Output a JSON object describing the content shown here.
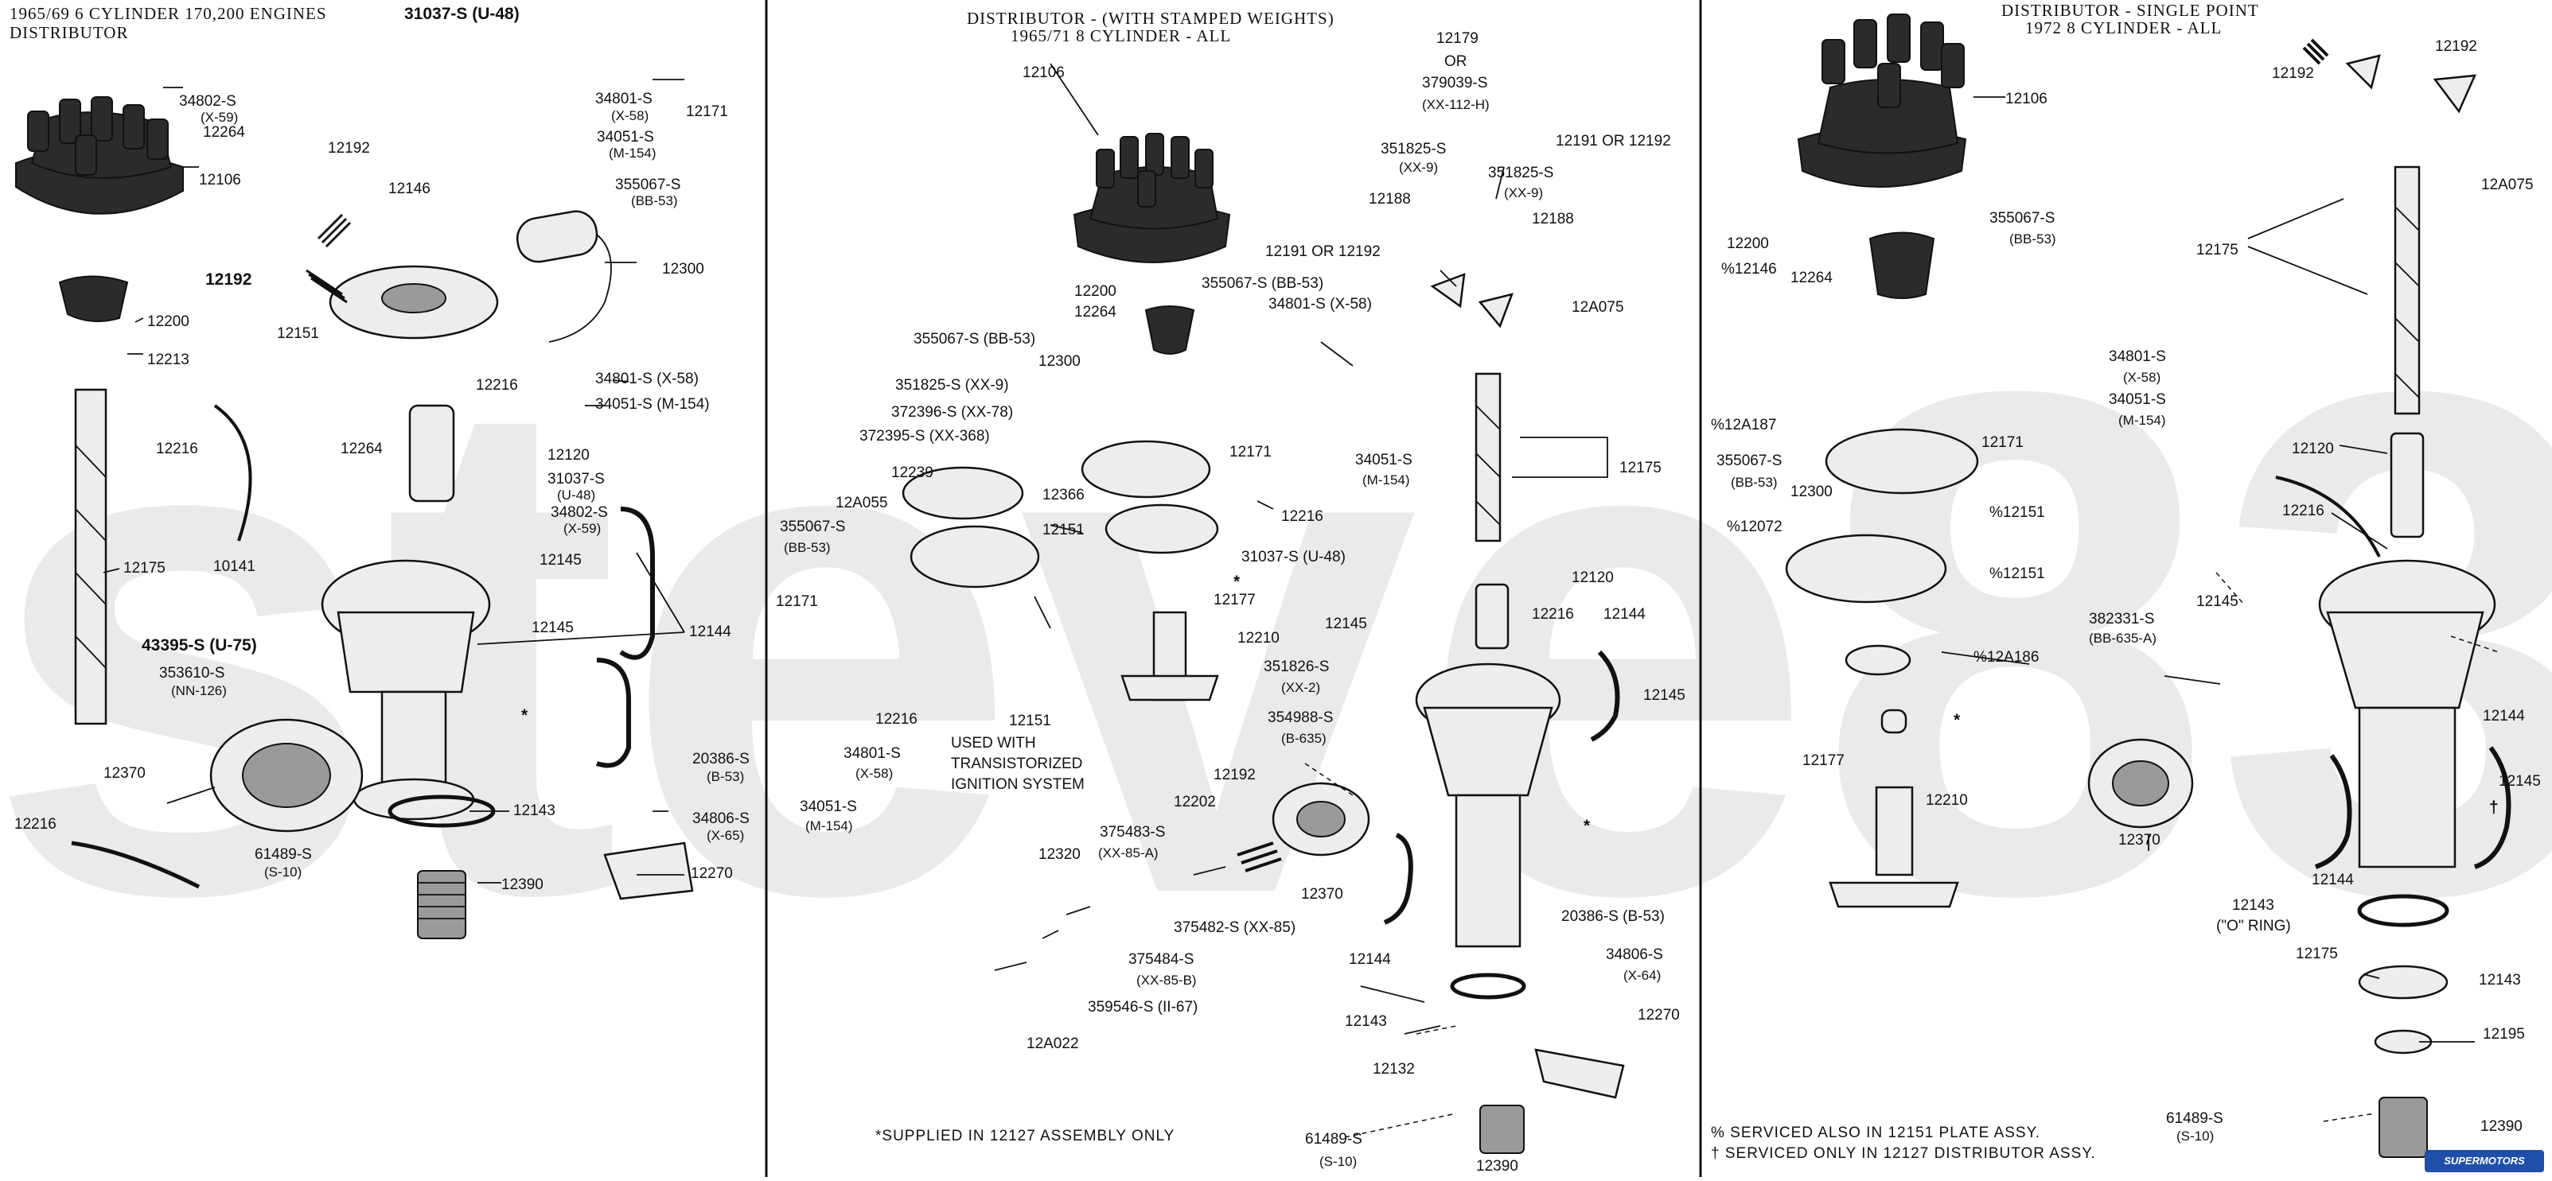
{
  "watermark": "steve83",
  "logo": {
    "text": "SUPERMOTORS"
  },
  "panel1": {
    "header_line1": "1965/69  6 CYLINDER 170,200 ENGINES",
    "header_line2": "DISTRIBUTOR",
    "labels": [
      "31037-S (U-48)",
      "34802-S",
      "(X-59)",
      "12264",
      "34801-S",
      "(X-58)",
      "12171",
      "34051-S",
      "(M-154)",
      "12106",
      "12192",
      "355067-S",
      "(BB-53)",
      "12146",
      "12300",
      "12192",
      "12151",
      "12200",
      "12213",
      "12216",
      "34801-S (X-58)",
      "34051-S (M-154)",
      "12216",
      "12264",
      "12120",
      "31037-S",
      "(U-48)",
      "34802-S",
      "(X-59)",
      "12175",
      "10141",
      "12145",
      "12145",
      "12144",
      "43395-S (U-75)",
      "353610-S",
      "(NN-126)",
      "12370",
      "12143",
      "20386-S",
      "(B-53)",
      "34806-S",
      "(X-65)",
      "12216",
      "61489-S",
      "(S-10)",
      "12390",
      "12270",
      "*"
    ]
  },
  "panel2": {
    "header_line1": "DISTRIBUTOR - (WITH STAMPED WEIGHTS)",
    "header_line2": "1965/71  8 CYLINDER - ALL",
    "labels": [
      "12106",
      "12179",
      "OR",
      "379039-S",
      "(XX-112-H)",
      "12191 OR 12192",
      "351825-S",
      "(XX-9)",
      "351825-S",
      "(XX-9)",
      "12188",
      "12188",
      "12191 OR 12192",
      "12200",
      "12264",
      "355067-S  (BB-53)",
      "34801-S  (X-58)",
      "355067-S (BB-53)",
      "12300",
      "12A075",
      "351825-S (XX-9)",
      "372396-S (XX-78)",
      "372395-S (XX-368)",
      "12171",
      "34051-S",
      "(M-154)",
      "12239",
      "12A055",
      "12175",
      "12366",
      "355067-S",
      "(BB-53)",
      "12151",
      "31037-S (U-48)",
      "12216",
      "12171",
      "*",
      "12177",
      "12120",
      "12210",
      "12216",
      "12144",
      "12145",
      "12216",
      "351826-S",
      "(XX-2)",
      "34801-S",
      "(X-58)",
      "12151",
      "USED WITH",
      "TRANSISTORIZED",
      "IGNITION SYSTEM",
      "354988-S",
      "(B-635)",
      "34051-S",
      "(M-154)",
      "12192",
      "12145",
      "375483-S",
      "(XX-85-A)",
      "12202",
      "12320",
      "*",
      "375482-S (XX-85)",
      "12370",
      "375484-S",
      "(XX-85-B)",
      "359546-S (II-67)",
      "12144",
      "20386-S (B-53)",
      "34806-S",
      "(X-64)",
      "12143",
      "12270",
      "12A022",
      "12132",
      "61489-S",
      "(S-10)",
      "12390"
    ],
    "footnote": "*SUPPLIED IN 12127 ASSEMBLY ONLY"
  },
  "panel3": {
    "header_line1": "DISTRIBUTOR - SINGLE POINT",
    "header_line2": "1972  8 CYLINDER - ALL",
    "labels": [
      "12106",
      "12192",
      "12192",
      "12A075",
      "355067-S",
      "(BB-53)",
      "12200",
      "%12146",
      "12264",
      "12175",
      "34801-S",
      "(X-58)",
      "34051-S",
      "(M-154)",
      "%12A187",
      "12171",
      "355067-S",
      "(BB-53)",
      "12300",
      "12120",
      "%12072",
      "%12151",
      "12216",
      "%12151",
      "382331-S",
      "(BB-635-A)",
      "12145",
      "%12A186",
      "*",
      "12144",
      "12177",
      "12210",
      "12145",
      "12370",
      "†",
      "12144",
      "12143",
      "(\"O\" RING)",
      "12175",
      "12143",
      "12195",
      "61489-S",
      "(S-10)",
      "12390"
    ],
    "footnote1": "%  SERVICED ALSO IN 12151 PLATE ASSY.",
    "footnote2": "† SERVICED ONLY IN 12127 DISTRIBUTOR ASSY."
  }
}
